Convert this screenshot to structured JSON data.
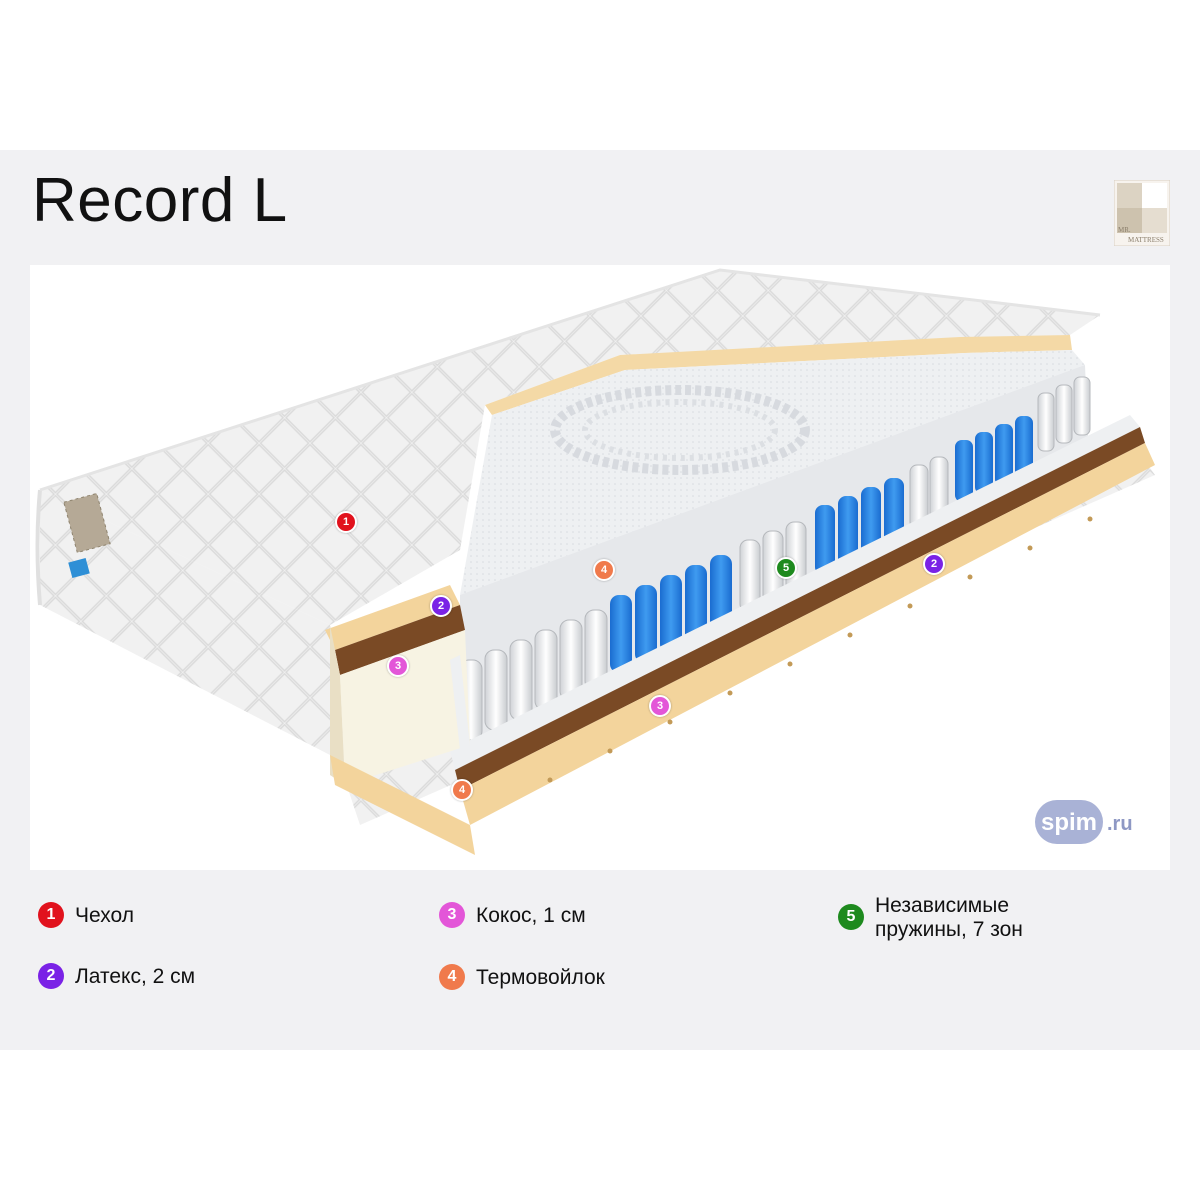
{
  "product": {
    "title": "Record L"
  },
  "brand_logo": {
    "name": "mr-mattress-logo",
    "text_top": "MR.",
    "text_bottom": "MATTRESS"
  },
  "watermark": {
    "text": "spim",
    "suffix": ".ru"
  },
  "markers": [
    {
      "num": "1",
      "color": "#e1121d"
    },
    {
      "num": "2",
      "color": "#7a22e6"
    },
    {
      "num": "2",
      "color": "#7a22e6"
    },
    {
      "num": "3",
      "color": "#e356d8"
    },
    {
      "num": "3",
      "color": "#e356d8"
    },
    {
      "num": "4",
      "color": "#f07a4c"
    },
    {
      "num": "4",
      "color": "#f07a4c"
    },
    {
      "num": "5",
      "color": "#1e8a1e"
    }
  ],
  "legend": [
    {
      "num": "1",
      "label": "Чехол",
      "color": "#e1121d"
    },
    {
      "num": "2",
      "label": "Латекс, 2 см",
      "color": "#7a22e6"
    },
    {
      "num": "3",
      "label": "Кокос, 1 см",
      "color": "#e356d8"
    },
    {
      "num": "4",
      "label": "Термовойлок",
      "color": "#f07a4c"
    },
    {
      "num": "5",
      "label": "Независимые пружины, 7 зон",
      "color": "#1e8a1e"
    }
  ]
}
